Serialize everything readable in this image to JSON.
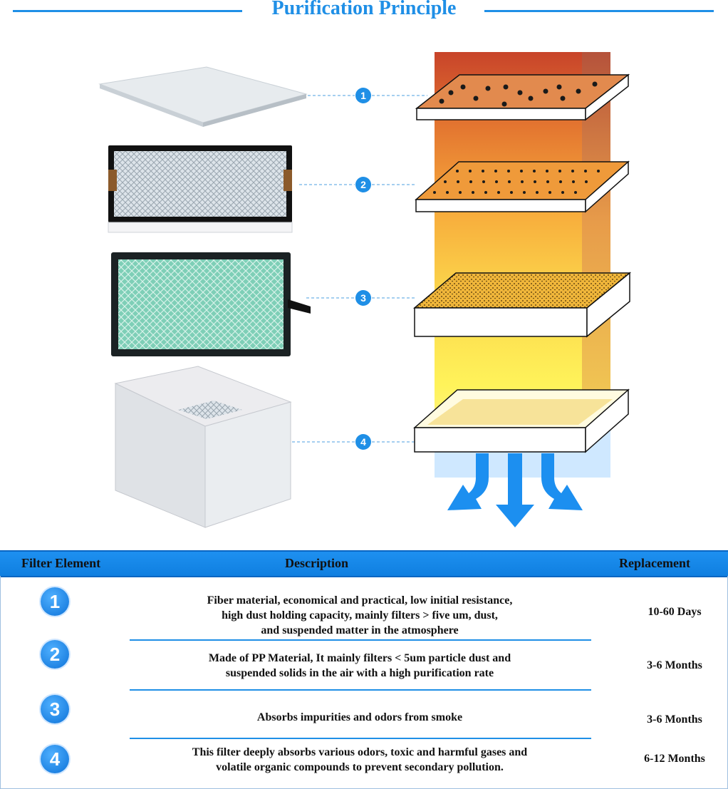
{
  "header": {
    "title": "Purification Principle"
  },
  "diagram": {
    "markers": [
      "1",
      "2",
      "3",
      "4"
    ]
  },
  "table": {
    "headers": {
      "element": "Filter Element",
      "description": "Description",
      "replacement": "Replacement"
    },
    "rows": [
      {
        "num": "1",
        "description_lines": [
          "Fiber material, economical and practical, low initial resistance,",
          "high dust holding capacity, mainly filters > five um, dust,",
          "and suspended matter in the atmosphere"
        ],
        "replacement": "10-60 Days"
      },
      {
        "num": "2",
        "description_lines": [
          "Made of PP Material, It mainly filters < 5um particle dust and",
          "suspended solids in the air with a high purification rate"
        ],
        "replacement": "3-6 Months"
      },
      {
        "num": "3",
        "description_lines": [
          "Absorbs impurities and odors from smoke"
        ],
        "replacement": "3-6 Months"
      },
      {
        "num": "4",
        "description_lines": [
          "This filter deeply absorbs various odors, toxic and harmful gases and",
          "volatile organic compounds to prevent secondary pollution."
        ],
        "replacement": "6-12 Months"
      }
    ]
  },
  "colors": {
    "accent": "#1f8fe6",
    "header_bg": "#1e90f0"
  }
}
